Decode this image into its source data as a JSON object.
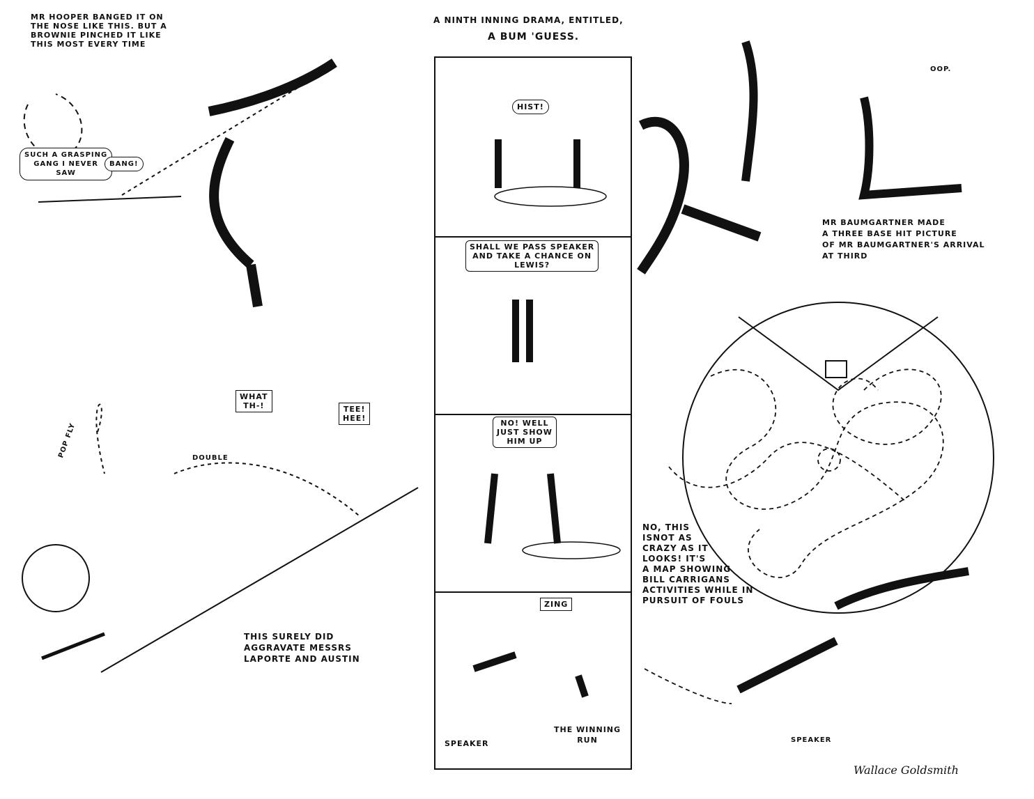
{
  "title": {
    "line1": "A NINTH INNING DRAMA, ENTITLED,",
    "line2": "A BUM 'GUESS."
  },
  "top_left": {
    "caption": "MR HOOPER BANGED IT ON\nTHE NOSE LIKE THIS. BUT A\nBROWNIE PINCHED IT LIKE\nTHIS MOST EVERY TIME",
    "bubble": "SUCH A GRASPING\nGANG I NEVER\nSAW",
    "bang": "BANG!"
  },
  "strip": {
    "panel1": {
      "bubble": "HIST!"
    },
    "panel2": {
      "bubble": "SHALL WE PASS SPEAKER\nAND TAKE A CHANCE ON\nLEWIS?"
    },
    "panel3": {
      "bubble": "NO! WELL\nJUST SHOW\nHIM UP"
    },
    "panel4": {
      "sound": "ZING",
      "label_left": "SPEAKER",
      "label_right": "THE WINNING\nRUN"
    }
  },
  "top_right": {
    "sound": "OOP.",
    "caption": "MR BAUMGARTNER MADE\nA THREE BASE HIT PICTURE\nOF MR BAUMGARTNER'S ARRIVAL\nAT THIRD"
  },
  "bottom_left": {
    "pop_fly": "POP FLY",
    "double": "DOUBLE",
    "what": "WHAT\nTH-!",
    "teehee": "TEE!\nHEE!",
    "caption": "THIS SURELY DID\nAGGRAVATE MESSRS\nLAPORTE AND AUSTIN"
  },
  "bottom_right": {
    "caption": "NO, THIS\nISNOT AS\nCRAZY AS IT\nLOOKS! IT'S\nA MAP SHOWING\nBILL CARRIGANS\nACTIVITIES WHILE IN\nPURSUIT OF FOULS",
    "label": "SPEAKER",
    "signature": "Wallace Goldsmith"
  }
}
